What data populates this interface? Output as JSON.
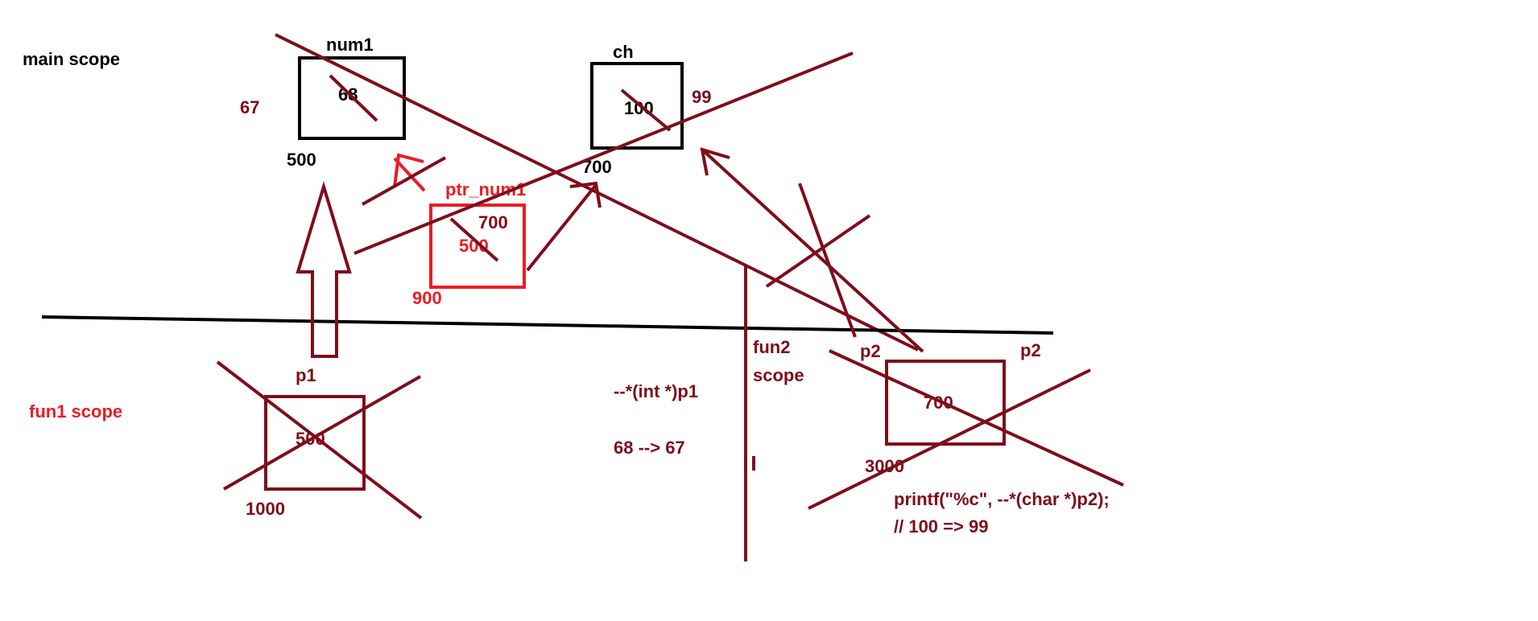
{
  "colors": {
    "black": "#000000",
    "maroon": "#7f0d1a",
    "red": "#ec1c24"
  },
  "main": {
    "scope_label": "main scope",
    "num1": {
      "name": "num1",
      "value": "68",
      "address": "500",
      "new_value": "67"
    },
    "ch": {
      "name": "ch",
      "value": "100",
      "address": "700",
      "new_value": "99"
    },
    "ptr_num1": {
      "name": "ptr_num1",
      "old_value": "500",
      "new_value": "700",
      "address": "900"
    }
  },
  "fun1": {
    "scope_label": "fun1 scope",
    "p1": {
      "name": "p1",
      "value": "500",
      "address": "1000"
    },
    "expression": "--*(int *)p1",
    "change": "68 --> 67"
  },
  "fun2": {
    "scope_label_line1": "fun2",
    "scope_label_line2": "scope",
    "p2": {
      "name": "p2",
      "name_alt": "p2",
      "value": "700",
      "address": "3000"
    },
    "code_line1": "printf(\"%c\", --*(char *)p2);",
    "code_line2": "// 100 => 99"
  }
}
